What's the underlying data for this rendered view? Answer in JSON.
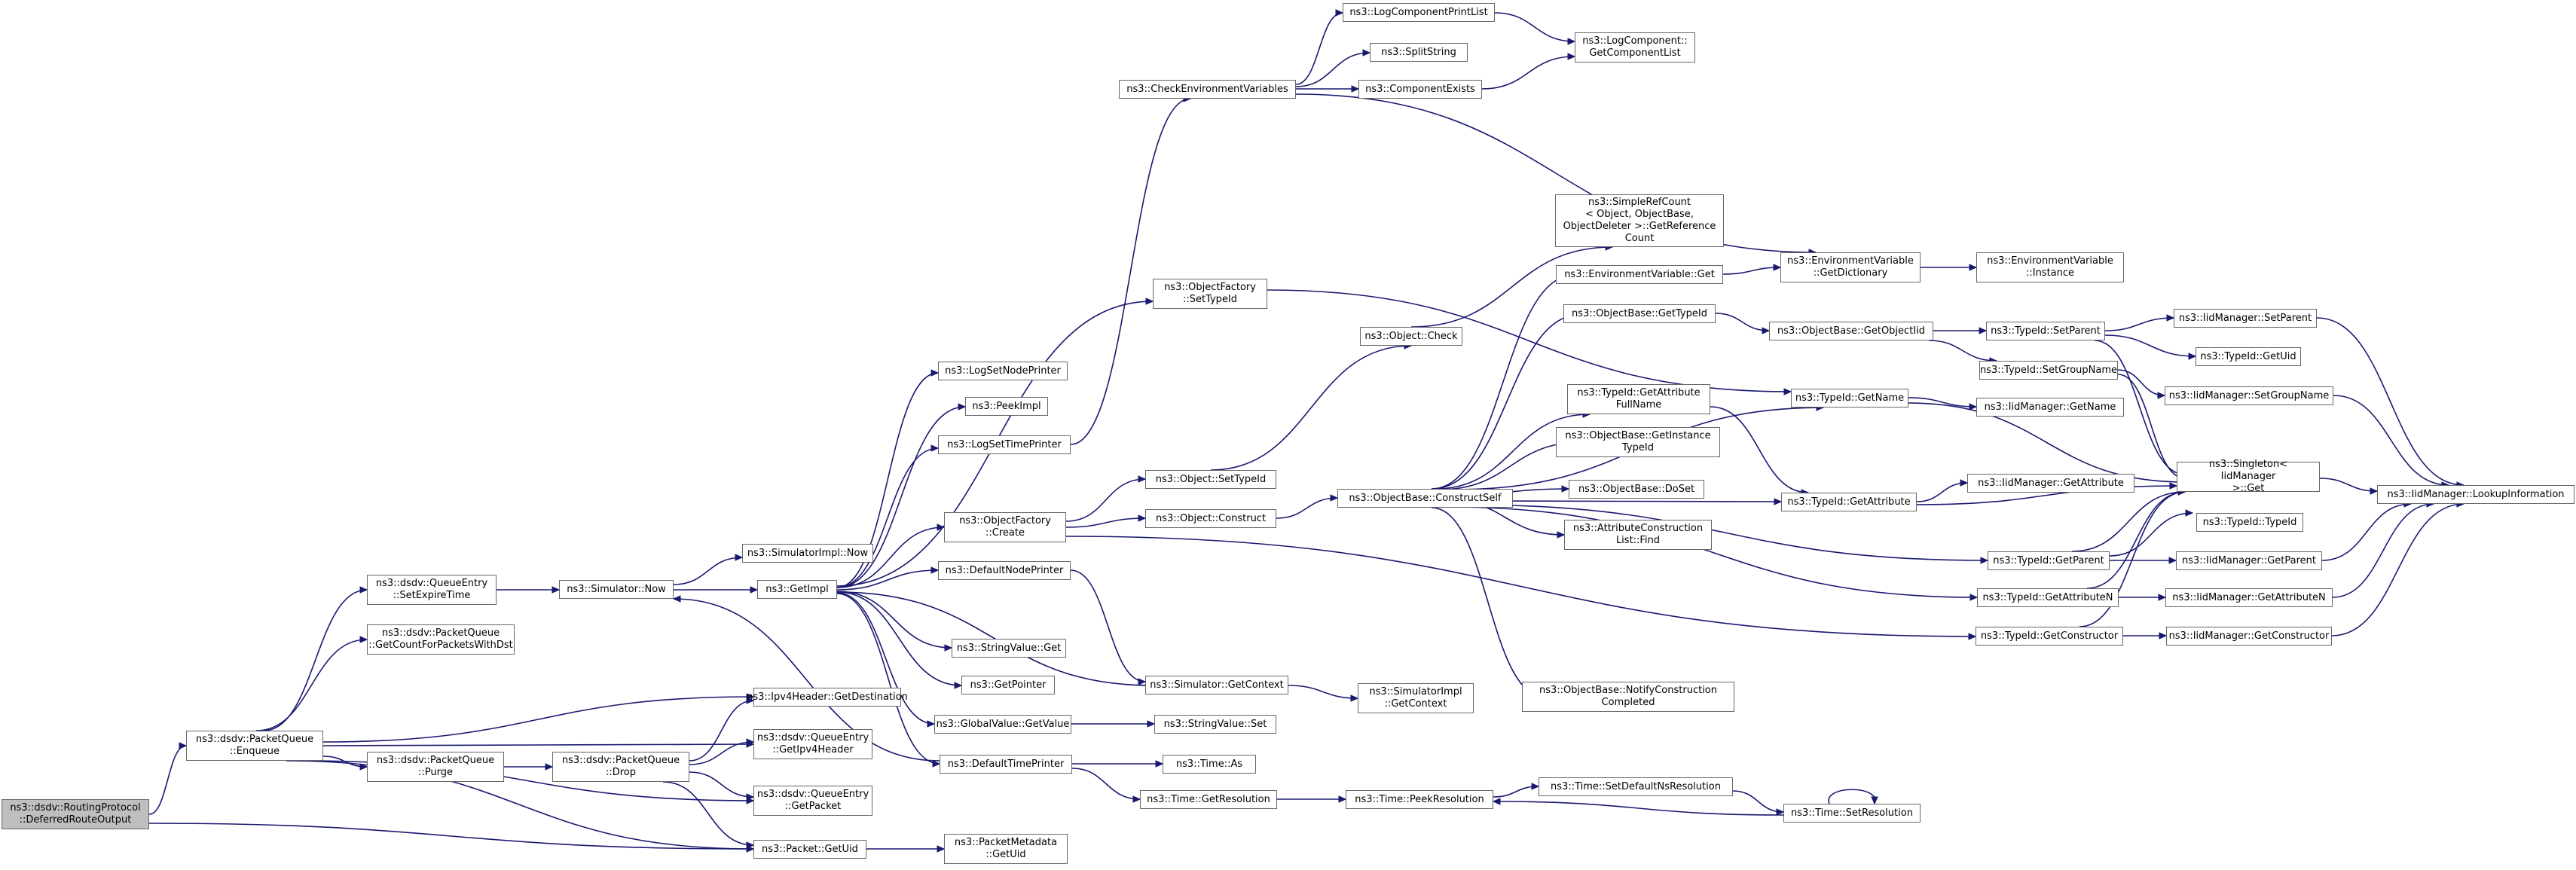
{
  "nodes": [
    {
      "id": "root",
      "label": "ns3::dsdv::RoutingProtocol\n::DeferredRouteOutput"
    },
    {
      "id": "enqueue",
      "label": "ns3::dsdv::PacketQueue\n::Enqueue"
    },
    {
      "id": "setExpire",
      "label": "ns3::dsdv::QueueEntry\n::SetExpireTime"
    },
    {
      "id": "getCount",
      "label": "ns3::dsdv::PacketQueue\n::GetCountForPacketsWithDst"
    },
    {
      "id": "purge",
      "label": "ns3::dsdv::PacketQueue\n::Purge"
    },
    {
      "id": "drop",
      "label": "ns3::dsdv::PacketQueue\n::Drop"
    },
    {
      "id": "ipv4dest",
      "label": "ns3::Ipv4Header::GetDestination"
    },
    {
      "id": "getIpv4Header",
      "label": "ns3::dsdv::QueueEntry\n::GetIpv4Header"
    },
    {
      "id": "getPacket",
      "label": "ns3::dsdv::QueueEntry\n::GetPacket"
    },
    {
      "id": "packetGetUid",
      "label": "ns3::Packet::GetUid"
    },
    {
      "id": "metaGetUid",
      "label": "ns3::PacketMetadata\n::GetUid"
    },
    {
      "id": "simNow",
      "label": "ns3::Simulator::Now"
    },
    {
      "id": "simImplNow",
      "label": "ns3::SimulatorImpl::Now"
    },
    {
      "id": "getImpl",
      "label": "ns3::GetImpl"
    },
    {
      "id": "logSetNode",
      "label": "ns3::LogSetNodePrinter"
    },
    {
      "id": "peekImpl",
      "label": "ns3::PeekImpl"
    },
    {
      "id": "logSetTime",
      "label": "ns3::LogSetTimePrinter"
    },
    {
      "id": "objFactoryCreate",
      "label": "ns3::ObjectFactory\n::Create"
    },
    {
      "id": "defaultNode",
      "label": "ns3::DefaultNodePrinter"
    },
    {
      "id": "stringGet",
      "label": "ns3::StringValue::Get"
    },
    {
      "id": "getPointer",
      "label": "ns3::GetPointer"
    },
    {
      "id": "globalGet",
      "label": "ns3::GlobalValue::GetValue"
    },
    {
      "id": "defaultTime",
      "label": "ns3::DefaultTimePrinter"
    },
    {
      "id": "checkEnv",
      "label": "ns3::CheckEnvironmentVariables"
    },
    {
      "id": "logCompPrint",
      "label": "ns3::LogComponentPrintList"
    },
    {
      "id": "splitString",
      "label": "ns3::SplitString"
    },
    {
      "id": "compExists",
      "label": "ns3::ComponentExists"
    },
    {
      "id": "logCompList",
      "label": "ns3::LogComponent::\nGetComponentList"
    },
    {
      "id": "objFactorySetType",
      "label": "ns3::ObjectFactory\n::SetTypeId"
    },
    {
      "id": "objSetTypeId",
      "label": "ns3::Object::SetTypeId"
    },
    {
      "id": "objConstruct",
      "label": "ns3::Object::Construct"
    },
    {
      "id": "objCheck",
      "label": "ns3::Object::Check"
    },
    {
      "id": "simGetContext",
      "label": "ns3::Simulator::GetContext"
    },
    {
      "id": "simImplGetContext",
      "label": "ns3::SimulatorImpl\n::GetContext"
    },
    {
      "id": "stringSet",
      "label": "ns3::StringValue::Set"
    },
    {
      "id": "timeAs",
      "label": "ns3::Time::As"
    },
    {
      "id": "timeGetRes",
      "label": "ns3::Time::GetResolution"
    },
    {
      "id": "timePeekRes",
      "label": "ns3::Time::PeekResolution"
    },
    {
      "id": "timeSetDefNs",
      "label": "ns3::Time::SetDefaultNsResolution"
    },
    {
      "id": "timeSetRes",
      "label": "ns3::Time::SetResolution"
    },
    {
      "id": "constructSelf",
      "label": "ns3::ObjectBase::ConstructSelf"
    },
    {
      "id": "simpleRef",
      "label": "ns3::SimpleRefCount\n< Object, ObjectBase,\n ObjectDeleter >::GetReference\nCount"
    },
    {
      "id": "envGet",
      "label": "ns3::EnvironmentVariable::Get"
    },
    {
      "id": "objBaseGetTypeId",
      "label": "ns3::ObjectBase::GetTypeId"
    },
    {
      "id": "getAttrFull",
      "label": "ns3::TypeId::GetAttribute\nFullName"
    },
    {
      "id": "getInstanceTypeId",
      "label": "ns3::ObjectBase::GetInstance\nTypeId"
    },
    {
      "id": "doSet",
      "label": "ns3::ObjectBase::DoSet"
    },
    {
      "id": "attrConstrFind",
      "label": "ns3::AttributeConstruction\nList::Find"
    },
    {
      "id": "notifyConstr",
      "label": "ns3::ObjectBase::NotifyConstruction\nCompleted"
    },
    {
      "id": "envGetDict",
      "label": "ns3::EnvironmentVariable\n::GetDictionary"
    },
    {
      "id": "envInstance",
      "label": "ns3::EnvironmentVariable\n::Instance"
    },
    {
      "id": "getObjectIid",
      "label": "ns3::ObjectBase::GetObjectIid"
    },
    {
      "id": "typeGetName",
      "label": "ns3::TypeId::GetName"
    },
    {
      "id": "typeGetAttr",
      "label": "ns3::TypeId::GetAttribute"
    },
    {
      "id": "typeSetParent",
      "label": "ns3::TypeId::SetParent"
    },
    {
      "id": "typeSetGroup",
      "label": "ns3::TypeId::SetGroupName"
    },
    {
      "id": "iidGetName",
      "label": "ns3::IidManager::GetName"
    },
    {
      "id": "iidGetAttr",
      "label": "ns3::IidManager::GetAttribute"
    },
    {
      "id": "typeGetParent",
      "label": "ns3::TypeId::GetParent"
    },
    {
      "id": "typeGetAttrN",
      "label": "ns3::TypeId::GetAttributeN"
    },
    {
      "id": "typeGetConstr",
      "label": "ns3::TypeId::GetConstructor"
    },
    {
      "id": "iidSetParent",
      "label": "ns3::IidManager::SetParent"
    },
    {
      "id": "typeGetUid",
      "label": "ns3::TypeId::GetUid"
    },
    {
      "id": "iidSetGroup",
      "label": "ns3::IidManager::SetGroupName"
    },
    {
      "id": "singleton",
      "label": "ns3::Singleton< IidManager\n >::Get"
    },
    {
      "id": "typeTypeId",
      "label": "ns3::TypeId::TypeId"
    },
    {
      "id": "iidGetParent",
      "label": "ns3::IidManager::GetParent"
    },
    {
      "id": "iidGetAttrN",
      "label": "ns3::IidManager::GetAttributeN"
    },
    {
      "id": "iidGetConstr",
      "label": "ns3::IidManager::GetConstructor"
    },
    {
      "id": "iidLookup",
      "label": "ns3::IidManager::LookupInformation"
    }
  ]
}
